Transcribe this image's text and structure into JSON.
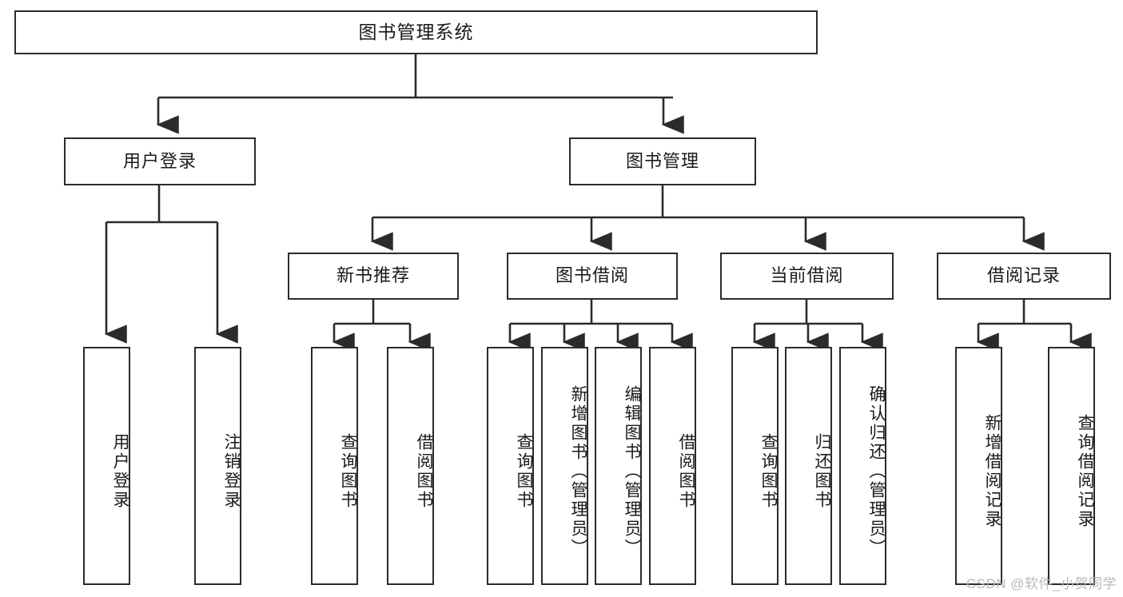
{
  "diagram": {
    "title": "图书管理系统",
    "watermark": "CSDN @软件_小贺同学",
    "root": {
      "label": "图书管理系统"
    },
    "level2": [
      {
        "key": "user_login",
        "label": "用户登录"
      },
      {
        "key": "book_manage",
        "label": "图书管理"
      }
    ],
    "level3": [
      {
        "key": "new_book_rec",
        "label": "新书推荐"
      },
      {
        "key": "book_borrow",
        "label": "图书借阅"
      },
      {
        "key": "current_borrow",
        "label": "当前借阅"
      },
      {
        "key": "borrow_record",
        "label": "借阅记录"
      }
    ],
    "leaves": {
      "user_login": [
        {
          "key": "login",
          "label": "用户登录"
        },
        {
          "key": "logout",
          "label": "注销登录"
        }
      ],
      "new_book_rec": [
        {
          "key": "query_book_a",
          "label": "查询图书"
        },
        {
          "key": "borrow_book_a",
          "label": "借阅图书"
        }
      ],
      "book_borrow": [
        {
          "key": "query_book_b",
          "label": "查询图书"
        },
        {
          "key": "add_book",
          "label": "新增图书（管理员）"
        },
        {
          "key": "edit_book",
          "label": "编辑图书（管理员）"
        },
        {
          "key": "borrow_book_b",
          "label": "借阅图书"
        }
      ],
      "current_borrow": [
        {
          "key": "query_book_c",
          "label": "查询图书"
        },
        {
          "key": "return_book",
          "label": "归还图书"
        },
        {
          "key": "confirm_return",
          "label": "确认归还（管理员）"
        }
      ],
      "borrow_record": [
        {
          "key": "add_record",
          "label": "新增借阅记录"
        },
        {
          "key": "query_record",
          "label": "查询借阅记录"
        }
      ]
    },
    "colors": {
      "stroke": "#2b2b2b",
      "fill": "#ffffff",
      "text": "#1a1a1a",
      "watermark": "#b9b9b9"
    }
  }
}
